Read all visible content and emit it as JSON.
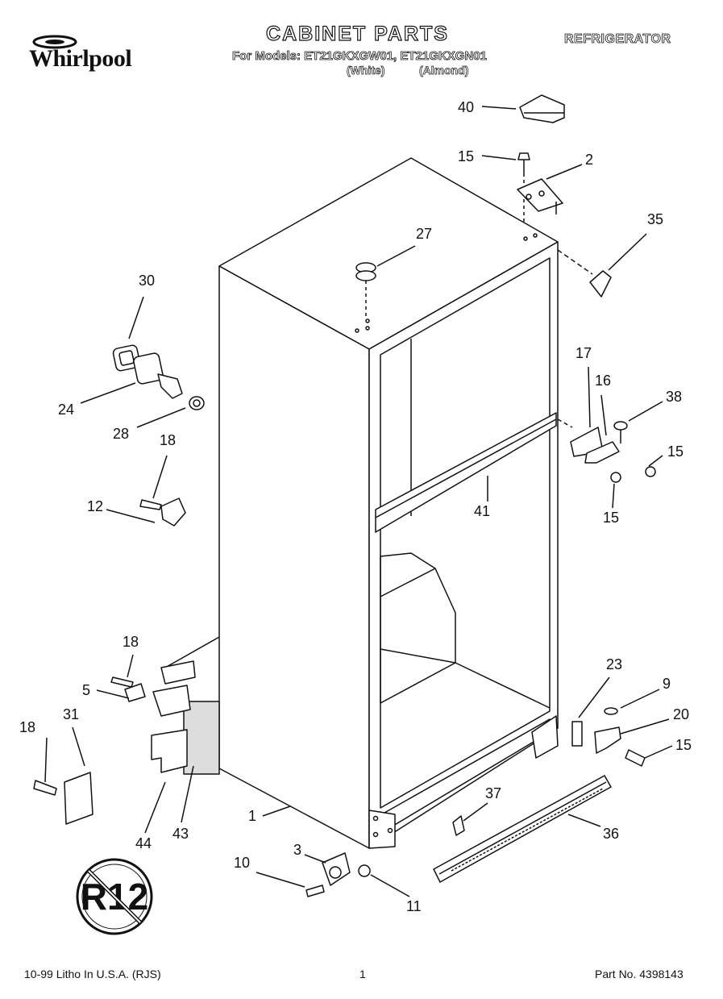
{
  "header": {
    "brand": "Whirlpool",
    "title": "CABINET PARTS",
    "appliance": "REFRIGERATOR",
    "models_line": "For Models: ET21GKXGW01, ET21GKXGN01",
    "variant_white": "(White)",
    "variant_almond": "(Almond)"
  },
  "footer": {
    "litho": "10-99 Litho In U.S.A. (RJS)",
    "page": "1",
    "part_no": "Part No. 4398143"
  },
  "badge": {
    "text": "R12"
  },
  "callouts": {
    "c1": "1",
    "c2": "2",
    "c3": "3",
    "c5": "5",
    "c9": "9",
    "c10": "10",
    "c11": "11",
    "c12": "12",
    "c15a": "15",
    "c15b": "15",
    "c15c": "15",
    "c15d": "15",
    "c16": "16",
    "c17": "17",
    "c18a": "18",
    "c18b": "18",
    "c18c": "18",
    "c20": "20",
    "c23": "23",
    "c24": "24",
    "c27": "27",
    "c28": "28",
    "c30": "30",
    "c31": "31",
    "c35": "35",
    "c36": "36",
    "c37": "37",
    "c38": "38",
    "c40": "40",
    "c41": "41",
    "c43": "43",
    "c44": "44"
  }
}
